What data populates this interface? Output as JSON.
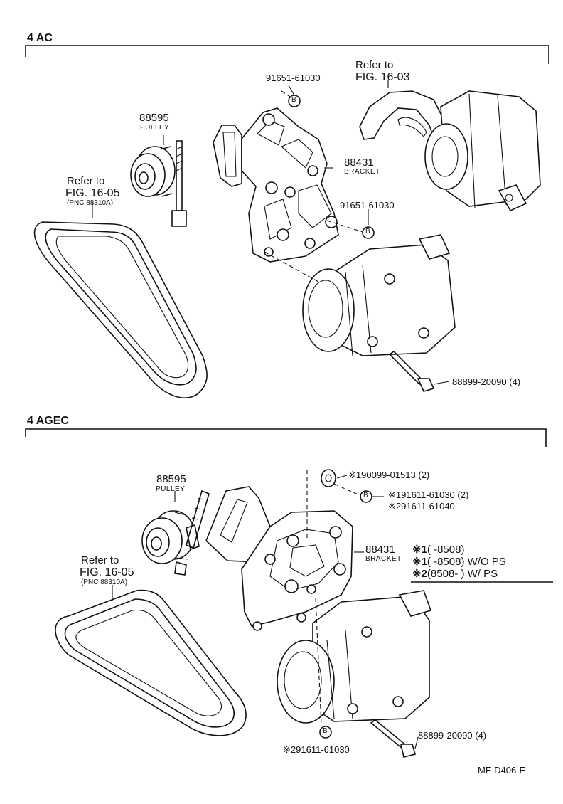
{
  "sections": {
    "top": {
      "title": "4 AC"
    },
    "bottom": {
      "title": "4 AGEC"
    }
  },
  "top": {
    "pulley_pn": "88595",
    "pulley_label": "PULLEY",
    "belt_ref_line1": "Refer to",
    "belt_ref_line2": "FIG. 16-05",
    "belt_ref_line3": "(PNC 88310A)",
    "bracket_ref_line1": "Refer to",
    "bracket_ref_line2": "FIG. 16-03",
    "bolt_top_pn": "91651-61030",
    "bracket_pn": "88431",
    "bracket_label": "BRACKET",
    "bolt_mid_pn": "91651-61030",
    "bolt_bottom_pn": "88899-20090 (4)",
    "callout_b": "B"
  },
  "bottom": {
    "pulley_pn": "88595",
    "pulley_label": "PULLEY",
    "belt_ref_line1": "Refer to",
    "belt_ref_line2": "FIG. 16-05",
    "belt_ref_line3": "(PNC 88310A)",
    "washer_pn": "※190099-01513 (2)",
    "bolt_pn_1": "※191611-61030 (2)",
    "bolt_pn_2": "※291611-61040",
    "bracket_pn": "88431",
    "bracket_label": "BRACKET",
    "bolt_bottom_pn": "88899-20090 (4)",
    "bolt_lower_pn": "※291611-61030",
    "callout_b": "B",
    "notes": [
      {
        "mark": "※1",
        "range": "(        -8508)",
        "tail": ""
      },
      {
        "mark": "※1",
        "range": "(        -8508)",
        "tail": "W/O  PS"
      },
      {
        "mark": "※2",
        "range": "(8508-        )",
        "tail": "W/ PS"
      }
    ]
  },
  "footer": {
    "code": "ME  D406-E"
  }
}
